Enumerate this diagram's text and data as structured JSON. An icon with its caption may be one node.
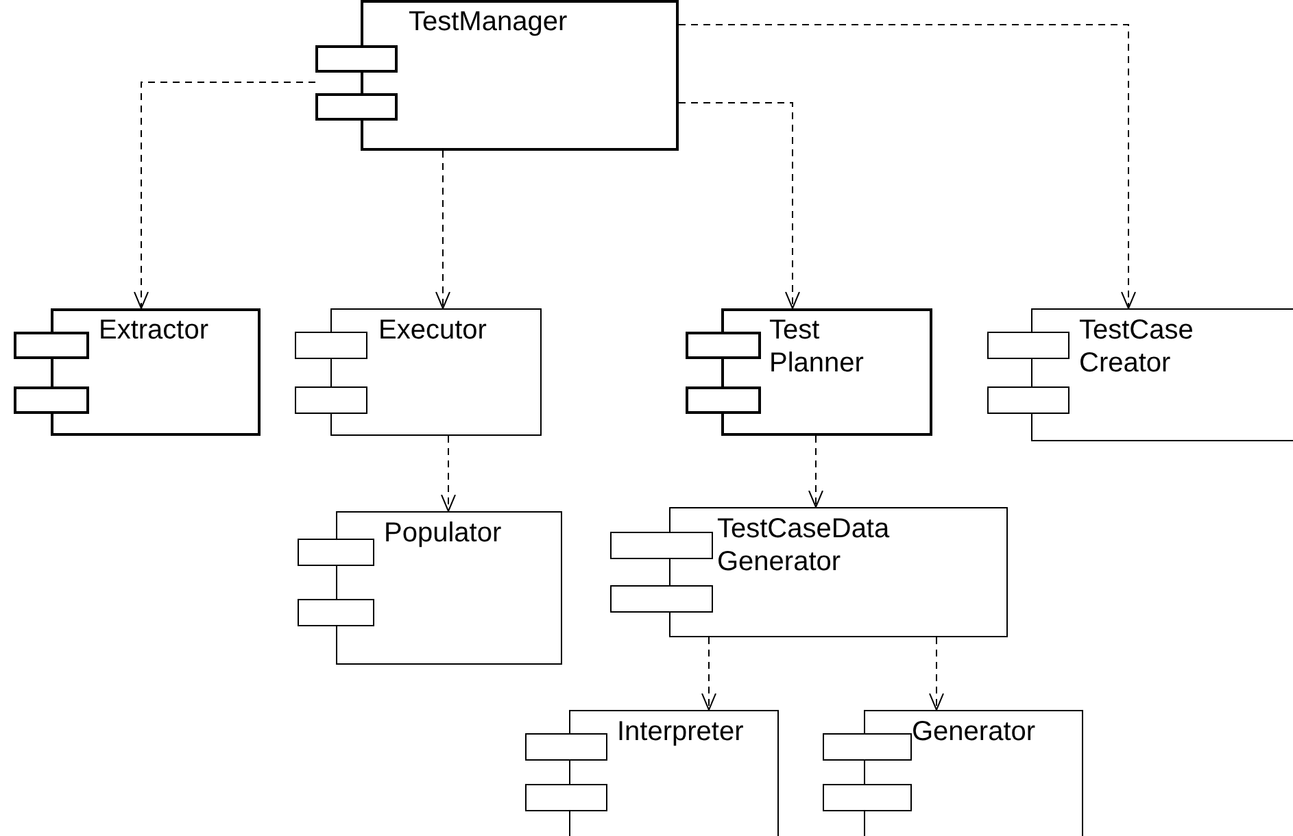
{
  "diagram": {
    "nodes": [
      {
        "text": [
          "TestManager"
        ]
      },
      {
        "text": [
          "Extractor"
        ]
      },
      {
        "text": [
          "Executor"
        ]
      },
      {
        "text": [
          "Test Planner"
        ]
      },
      {
        "text": [
          "TestCase Creator"
        ]
      },
      {
        "text": [
          "Populator"
        ]
      },
      {
        "text": [
          "TestCaseData Generator"
        ]
      },
      {
        "text": [
          "Interpreter"
        ]
      },
      {
        "text": [
          "Generator"
        ]
      }
    ],
    "edges": [
      {
        "from": 0,
        "to": 1,
        "arrow": "to",
        "style": "dashed"
      },
      {
        "from": 0,
        "to": 2,
        "arrow": "to",
        "style": "dashed"
      },
      {
        "from": 0,
        "to": 3,
        "arrow": "to",
        "style": "dashed"
      },
      {
        "from": 0,
        "to": 4,
        "arrow": "to",
        "style": "dashed"
      },
      {
        "from": 2,
        "to": 5,
        "arrow": "to",
        "style": "dashed"
      },
      {
        "from": 3,
        "to": 6,
        "arrow": "to",
        "style": "dashed"
      },
      {
        "from": 6,
        "to": 7,
        "arrow": "to",
        "style": "dashed"
      },
      {
        "from": 6,
        "to": 8,
        "arrow": "to",
        "style": "dashed"
      }
    ]
  }
}
